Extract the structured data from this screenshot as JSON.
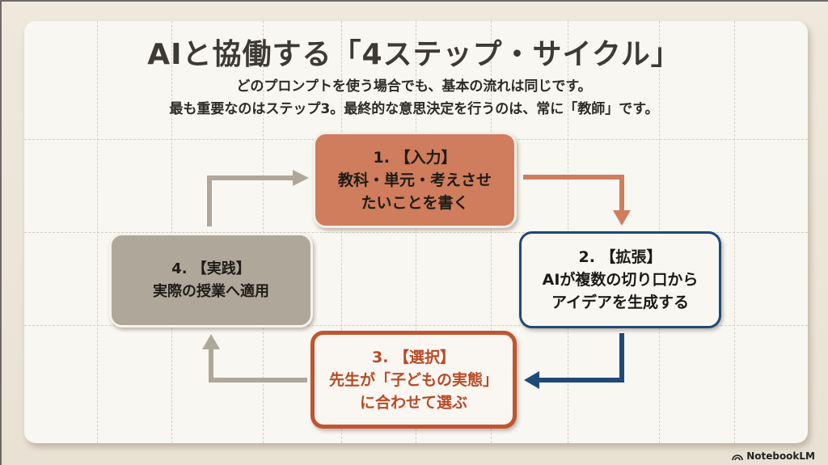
{
  "slide": {
    "title": "AIと協働する「4ステップ・サイクル」",
    "subtitle_lines": [
      "どのプロンプトを使う場合でも、基本の流れは同じです。",
      "最も重要なのはステップ3。最終的な意思決定を行うのは、常に「教師」です。"
    ]
  },
  "steps": [
    {
      "heading": "1. 【入力】",
      "lines": [
        "教科・単元・考えさせ",
        "たいことを書く"
      ],
      "color": "#cf7d5c"
    },
    {
      "heading": "2. 【拡張】",
      "lines": [
        "AIが複数の切り口から",
        "アイデアを生成する"
      ],
      "color": "#1f4a78"
    },
    {
      "heading": "3. 【選択】",
      "lines": [
        "先生が「子どもの実態」",
        "に合わせて選ぶ"
      ],
      "color": "#c0552f"
    },
    {
      "heading": "4. 【実践】",
      "lines": [
        "実際の授業へ適用"
      ],
      "color": "#b0a79b"
    }
  ],
  "flow": [
    "step1 → step2",
    "step2 → step3",
    "step3 → step4",
    "step4 → step1"
  ],
  "watermark": {
    "text": "NotebookLM",
    "icon": "notebooklm-logo-icon"
  }
}
